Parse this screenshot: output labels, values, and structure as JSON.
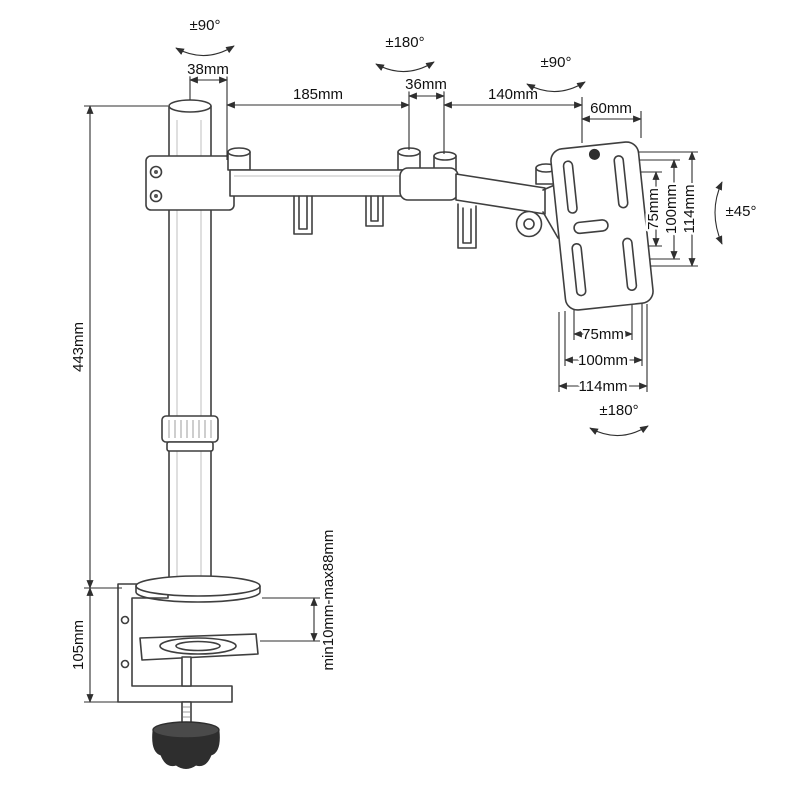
{
  "rotations": {
    "pole": "±90°",
    "elbow": "±180°",
    "head": "±90°",
    "tilt": "±45°",
    "plate": "±180°"
  },
  "dims": {
    "top": [
      "38mm",
      "185mm",
      "36mm",
      "140mm",
      "60mm"
    ],
    "left": {
      "pole": "443mm",
      "clamp": "105mm"
    },
    "clamp_range": "min10mm-max88mm",
    "vesa_v": [
      "75mm",
      "100mm",
      "114mm"
    ],
    "vesa_h": [
      "75mm",
      "100mm",
      "114mm"
    ]
  },
  "colors": {
    "line": "#3f3f3f",
    "dimension": "#2f2f2f",
    "text": "#111111",
    "dark_fill": "#2e2e2e"
  }
}
